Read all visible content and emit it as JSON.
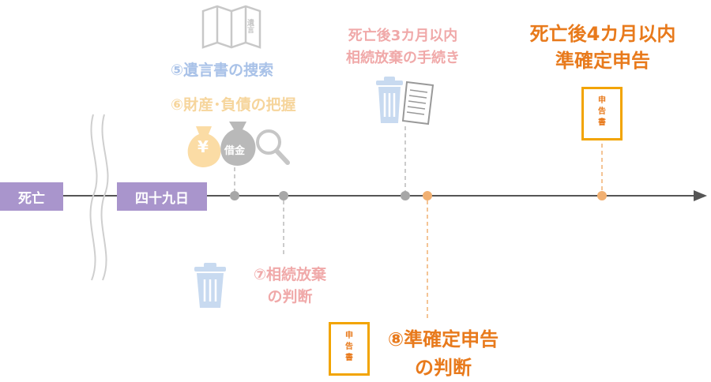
{
  "timeline": {
    "start_label": "死亡",
    "day49_label": "四十九日"
  },
  "events": {
    "will_search": "⑤遺言書の捜索",
    "will_icon_text": "遺言",
    "asset_survey": "⑥財産･負債の把握",
    "yen_symbol": "¥",
    "debt_bag_text": "借金",
    "renounce_deadline_line1": "死亡後3カ月以内",
    "renounce_deadline_line2": "相続放棄の手続き",
    "final_tax_deadline_line1": "死亡後4カ月以内",
    "final_tax_deadline_line2": "準確定申告",
    "renounce_decision_line1": "⑦相続放棄",
    "renounce_decision_line2": "の判断",
    "final_tax_decision_line1": "⑧準確定申告",
    "final_tax_decision_line2": "の判断",
    "form_char1": "申",
    "form_char2": "告",
    "form_char3": "書"
  },
  "colors": {
    "purple": "#a995cc",
    "orange": "#e87a1c",
    "orange_border": "#f2a400",
    "faded_blue": "#a9c2e8",
    "faded_yellow": "#f6d59c",
    "faded_pink": "#f0a9a9",
    "gray": "#a7a7a7",
    "axis": "#555555"
  }
}
